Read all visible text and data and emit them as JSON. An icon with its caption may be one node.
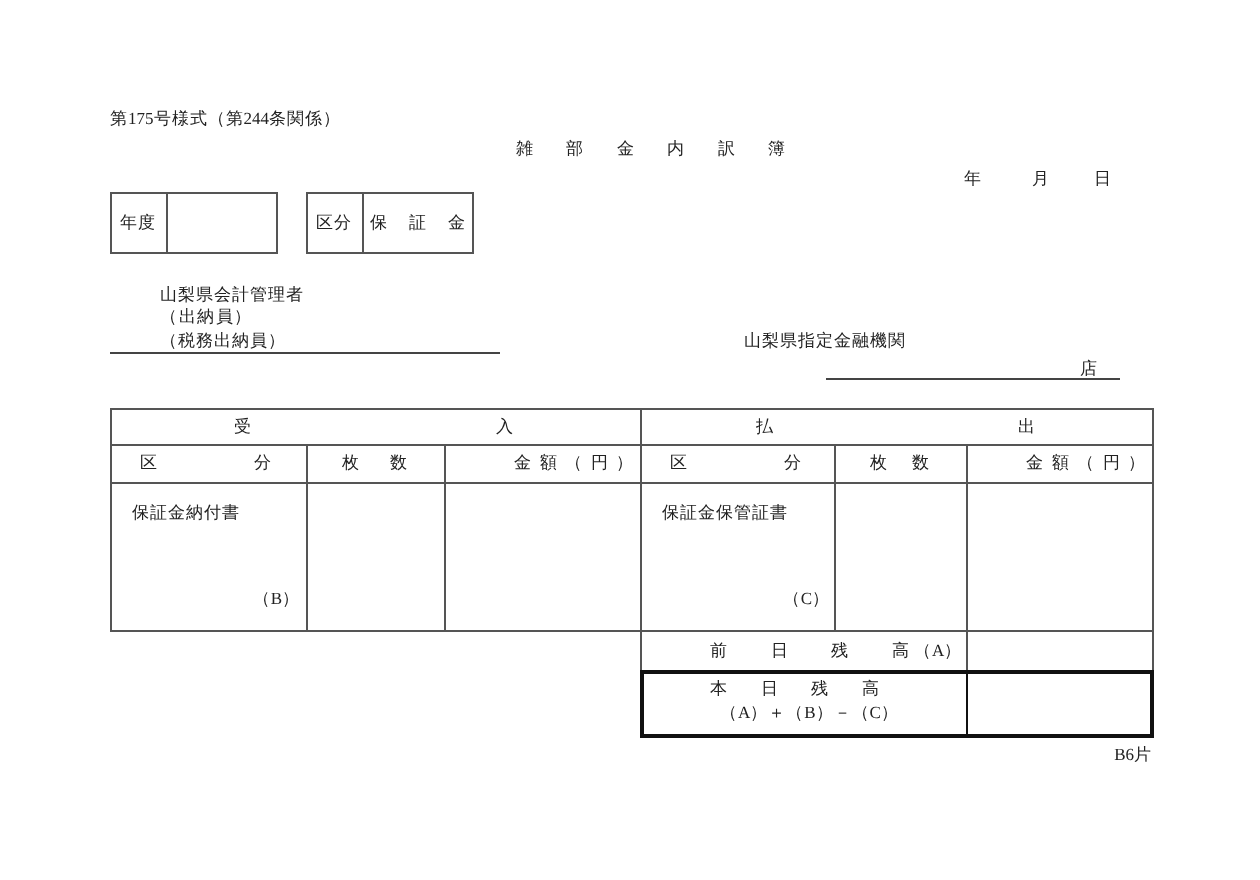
{
  "diagram": {
    "title": "雑部金内訳簿",
    "labels": [
      "第175号様式（第244条関係）",
      "年",
      "月",
      "日",
      "年度",
      "区分",
      "保証金",
      "山梨県会計管理者",
      "（出納員）",
      "（税務出納員）",
      "山梨県指定金融機関",
      "店",
      "受入",
      "払出",
      "区分",
      "枚数",
      "金額（円）",
      "区分",
      "枚数",
      "金額（円）",
      "保証金納付書",
      "（B）",
      "保証金保管証書",
      "（C）",
      "前日残高",
      "（A）",
      "本日残高",
      "（A）＋（B）－（C）",
      "B6片"
    ]
  }
}
